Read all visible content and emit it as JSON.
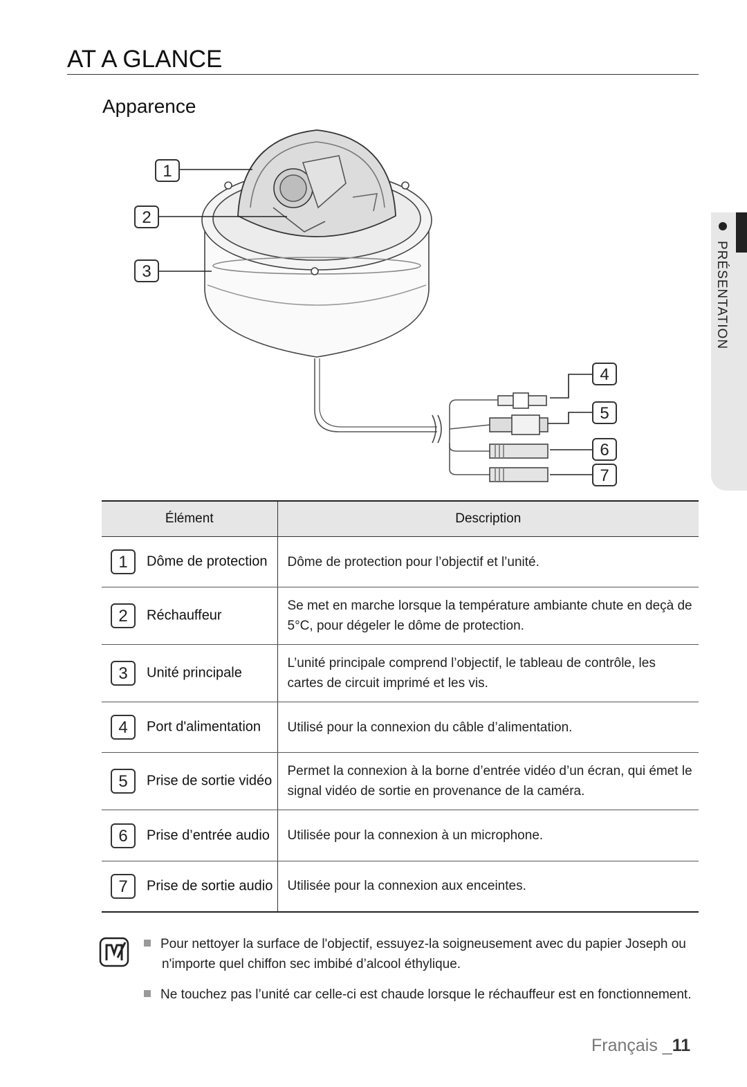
{
  "page": {
    "title": "AT A GLANCE",
    "section_title": "Apparence",
    "side_tab_label": "PRÉSENTATION",
    "footer_language": "Français _",
    "footer_page": "11"
  },
  "callouts": [
    "1",
    "2",
    "3",
    "4",
    "5",
    "6",
    "7"
  ],
  "table": {
    "headers": [
      "Élément",
      "Description"
    ],
    "rows": [
      {
        "num": "1",
        "element": "Dôme de protection",
        "description": "Dôme de protection pour l’objectif et l’unité."
      },
      {
        "num": "2",
        "element": "Réchauffeur",
        "description": "Se met en marche lorsque la température ambiante chute en deçà de 5°C, pour dégeler le dôme de protection."
      },
      {
        "num": "3",
        "element": "Unité principale",
        "description": "L’unité principale comprend l’objectif, le tableau de contrôle, les cartes de circuit imprimé et les vis."
      },
      {
        "num": "4",
        "element": "Port d'alimentation",
        "description": "Utilisé pour la connexion du câble d’alimentation."
      },
      {
        "num": "5",
        "element": "Prise de sortie vidéo",
        "description": "Permet la connexion à la borne d’entrée vidéo d’un écran, qui émet le signal vidéo de sortie en provenance de la caméra."
      },
      {
        "num": "6",
        "element": "Prise d’entrée audio",
        "description": "Utilisée pour la connexion à un microphone."
      },
      {
        "num": "7",
        "element": "Prise de sortie audio",
        "description": "Utilisée pour la connexion aux enceintes."
      }
    ]
  },
  "notes": [
    {
      "line1": "Pour nettoyer la surface de l'objectif, essuyez-la soigneusement avec du papier Joseph ou",
      "line2": "n'importe quel chiffon sec imbibé d’alcool éthylique."
    },
    {
      "line1": "Ne touchez pas l’unité car celle-ci est chaude lorsque le réchauffeur est en fonctionnement.",
      "line2": ""
    }
  ]
}
